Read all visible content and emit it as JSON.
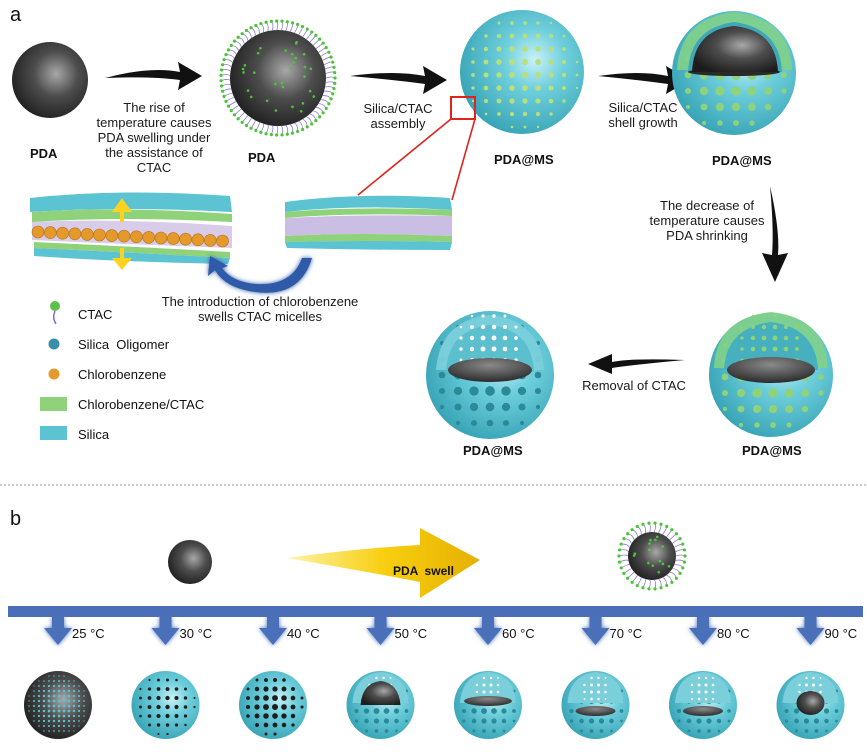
{
  "panel_a": {
    "label": "a",
    "captions": {
      "pda_1": "PDA",
      "pda_2": "PDA",
      "pdams_1": "PDA@MS",
      "pdams_2": "PDA@MS",
      "pdams_3": "PDA@MS",
      "pdams_4": "PDA@MS"
    },
    "steps": {
      "swelling": [
        "The rise of",
        "temperature causes",
        "PDA swelling under",
        "the assistance of",
        "CTAC"
      ],
      "assembly": [
        "Silica/CTAC",
        "assembly"
      ],
      "shell_growth": [
        "Silica/CTAC",
        "shell growth"
      ],
      "shrinking": [
        "The decrease of",
        "temperature causes",
        "PDA shrinking"
      ],
      "removal": "Removal of CTAC",
      "chlorobenzene": [
        "The introduction of chlorobenzene",
        "swells CTAC micelles"
      ]
    },
    "legend": [
      {
        "icon": "ctac-molecule-icon",
        "label": "CTAC",
        "color": "#5cc04a"
      },
      {
        "icon": "silica-oligomer-icon",
        "label": "Silica  Oligomer",
        "color": "#3a8fa8"
      },
      {
        "icon": "chlorobenzene-icon",
        "label": "Chlorobenzene",
        "color": "#e39a2a"
      },
      {
        "icon": "chlorobenzene-ctac-swatch",
        "label": "Chlorobenzene/CTAC",
        "color": "#8fd27a"
      },
      {
        "icon": "silica-swatch",
        "label": "Silica",
        "color": "#5bc3d1"
      }
    ]
  },
  "panel_b": {
    "label": "b",
    "swell_label": "PDA  swell",
    "temperatures": [
      "25 °C",
      "30 °C",
      "40 °C",
      "50 °C",
      "60 °C",
      "70 °C",
      "80 °C",
      "90 °C"
    ]
  },
  "colors": {
    "silica": "#5bc3d1",
    "ctac_layer": "#8fd27a",
    "pda": "#3a3a3a",
    "timeline": "#4a6fb8",
    "swell_arrow": "#f2c200",
    "zoom_box": "#e0231d",
    "curved_arrow": "#2d5aa8"
  }
}
